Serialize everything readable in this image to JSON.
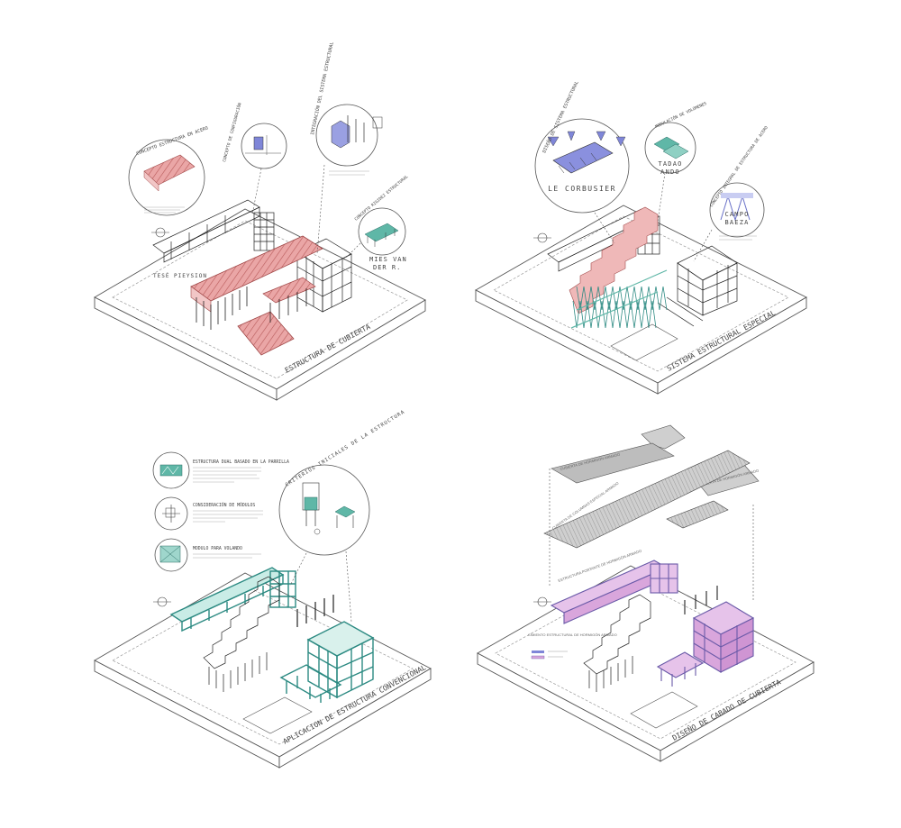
{
  "colors": {
    "red": "#e8a3a3",
    "red_stroke": "#c05656",
    "blue": "#7f86d8",
    "teal": "#5fb7a7",
    "teal_dark": "#2c8a82",
    "pink": "#d9a6dc",
    "purple": "#6a5aa8",
    "gray": "#9a9a9a"
  },
  "panels": {
    "p1": {
      "title": "ESTRUCTURA DE CUBIERTA",
      "callouts": [
        "CONCEPTO ESTRUCTURA EN ACERO",
        "CONCEPTO DE CONFIGURACIÓN",
        "INTEGRACIÓN DEL SISTEMA ESTRUCTURAL",
        "CONCEPTO RIGIDEZ ESTRUCTURAL"
      ],
      "architect": "MIES VAN DER R.",
      "label": "TESÉ PIEYSION"
    },
    "p2": {
      "title": "SISTEMA ESTRUCTURAL ESPECIAL",
      "callouts": [
        "DISEÑO DE SISTEMA ESTRUCTURAL",
        "MODULACIÓN DE VOLÚMENES",
        "CONCEPTO INTEGRAL DE ESTRUCTURA DE ACERO"
      ],
      "architects": [
        "LE CORBUSIER",
        "TADAO ANDO",
        "CAMPO BAEZA"
      ]
    },
    "p3": {
      "title": "APLICACION DE ESTRUCTURA CONVENCIONAL",
      "callouts": [
        "CRITERIOS INICIALES DE LA ESTRUCTURA"
      ],
      "notes": [
        "ESTRUCTURA DUAL BASADO EN LA PARRILLA",
        "CONSIDERACIÓN DE MÓDULOS",
        "MODULO PARA VOLANDO"
      ]
    },
    "p4": {
      "title": "DISEÑO DE CABADO DE CUBIERTA",
      "callouts": [
        "CUBIERTA DE HORMIGÓN ARMADO",
        "CUBIERTA DE COLUMNAS ESPECIAL ARMADO",
        "CUBIERTA DE HORMIGÓN ARMADO",
        "ESTRUCTURA PORTANTE DE HORMIGÓN ARMADO",
        "CIMIENTO ESTRUCTURAL DE HORMIGÓN ARMADO"
      ]
    }
  }
}
